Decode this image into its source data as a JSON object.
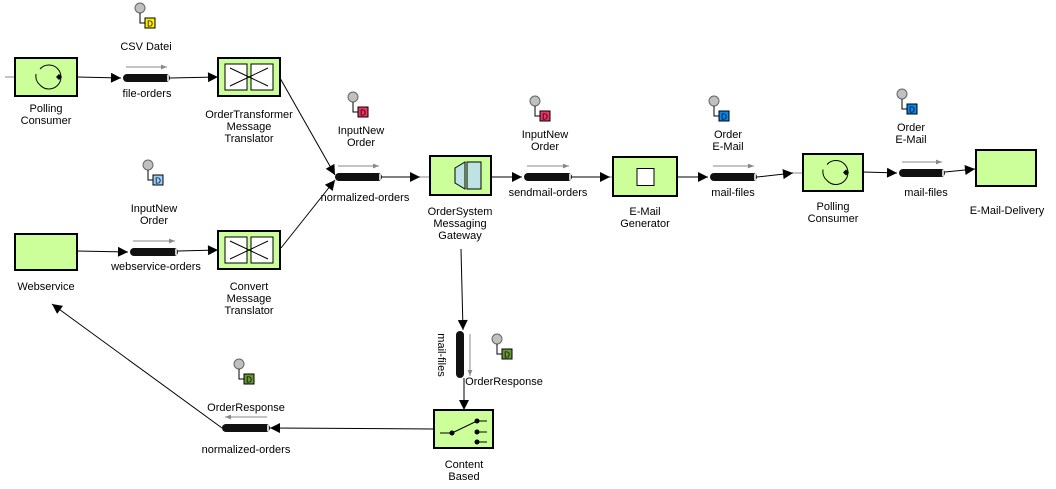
{
  "colors": {
    "node_fill": "#ccff99",
    "node_stroke": "#000000",
    "channel": "#111111",
    "doc_yellow": "#ffee00",
    "doc_red": "#ee3366",
    "doc_lightblue": "#99ccff",
    "doc_blue": "#0088ee",
    "doc_green": "#669933",
    "pin": "#c0c0c0",
    "gateway": "#bfe3e3"
  },
  "nodes": [
    {
      "id": "polling1",
      "icon": "polling-consumer",
      "label": [
        "Polling",
        "Consumer"
      ]
    },
    {
      "id": "transformer1",
      "icon": "message-translator",
      "label": [
        "OrderTransformer",
        "Message",
        "Translator"
      ]
    },
    {
      "id": "webservice",
      "icon": "endpoint",
      "label": [
        "Webservice"
      ]
    },
    {
      "id": "convert",
      "icon": "message-translator",
      "label": [
        "Convert",
        "Message",
        "Translator"
      ]
    },
    {
      "id": "gateway",
      "icon": "messaging-gateway",
      "label": [
        "OrderSystem",
        "Messaging",
        "Gateway"
      ]
    },
    {
      "id": "emailgen",
      "icon": "content-enricher",
      "label": [
        "E-Mail",
        "Generator"
      ]
    },
    {
      "id": "polling2",
      "icon": "polling-consumer",
      "label": [
        "Polling",
        "Consumer"
      ]
    },
    {
      "id": "delivery",
      "icon": "endpoint",
      "label": [
        "E-Mail-Delivery"
      ]
    },
    {
      "id": "router",
      "icon": "content-based-router",
      "label": [
        "Content",
        "Based"
      ]
    }
  ],
  "channels": [
    {
      "id": "ch-file-orders",
      "label": "file-orders"
    },
    {
      "id": "ch-webservice-orders",
      "label": "webservice-orders"
    },
    {
      "id": "ch-normalized-orders",
      "label": "normalized-orders"
    },
    {
      "id": "ch-sendmail-orders",
      "label": "sendmail-orders"
    },
    {
      "id": "ch-mail-files-1",
      "label": "mail-files"
    },
    {
      "id": "ch-mail-files-2",
      "label": "mail-files"
    },
    {
      "id": "ch-mail-files-vert",
      "label": "mail-files"
    },
    {
      "id": "ch-normalized-orders-back",
      "label": "normalized-orders"
    }
  ],
  "documents": [
    {
      "id": "doc-csv",
      "label": [
        "CSV Datei"
      ],
      "letter": "D",
      "color": "doc_yellow"
    },
    {
      "id": "doc-inputnew-1",
      "label": [
        "InputNew",
        "Order"
      ],
      "letter": "D",
      "color": "doc_lightblue"
    },
    {
      "id": "doc-inputnew-2",
      "label": [
        "InputNew",
        "Order"
      ],
      "letter": "D",
      "color": "doc_red"
    },
    {
      "id": "doc-inputnew-3",
      "label": [
        "InputNew",
        "Order"
      ],
      "letter": "D",
      "color": "doc_red"
    },
    {
      "id": "doc-order-email-1",
      "label": [
        "Order",
        "E-Mail"
      ],
      "letter": "D",
      "color": "doc_blue"
    },
    {
      "id": "doc-order-email-2",
      "label": [
        "Order",
        "E-Mail"
      ],
      "letter": "D",
      "color": "doc_blue"
    },
    {
      "id": "doc-orderresponse-1",
      "label": [
        "OrderResponse"
      ],
      "letter": "D",
      "color": "doc_green"
    },
    {
      "id": "doc-orderresponse-2",
      "label": [
        "OrderResponse"
      ],
      "letter": "D",
      "color": "doc_green"
    }
  ]
}
